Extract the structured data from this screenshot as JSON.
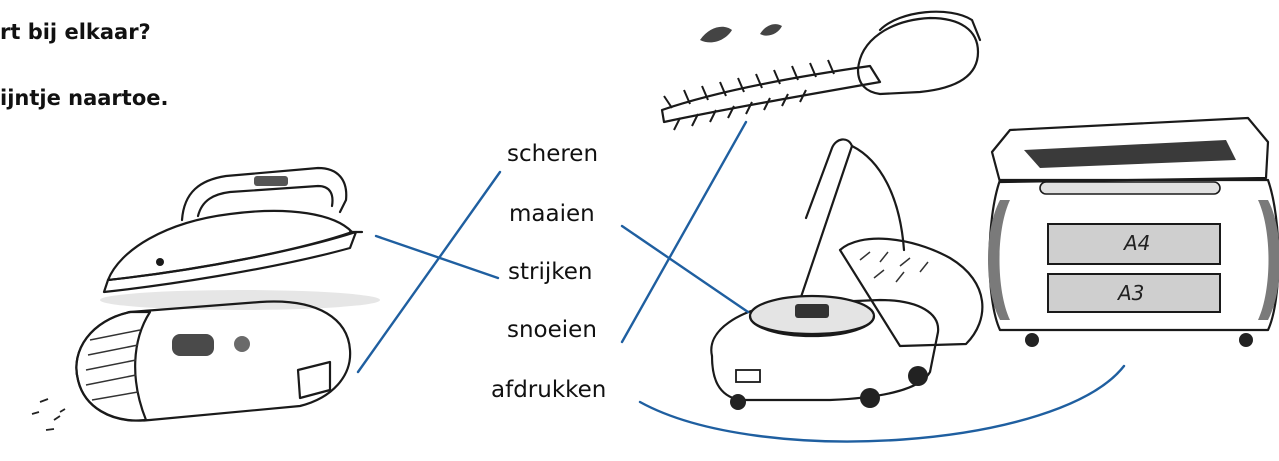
{
  "instructions": {
    "line1": "rt bij elkaar?",
    "line2": "ijntje naartoe."
  },
  "words": [
    "scheren",
    "maaien",
    "strijken",
    "snoeien",
    "afdrukken"
  ],
  "printer_labels": {
    "tray1": "A4",
    "tray2": "A3"
  },
  "pictures": [
    "iron",
    "shaver",
    "hedge-trimmer",
    "lawn-mower",
    "printer"
  ],
  "connections": [
    {
      "word": "strijken",
      "picture": "iron"
    },
    {
      "word": "scheren",
      "picture": "shaver"
    },
    {
      "word": "snoeien",
      "picture": "hedge-trimmer"
    },
    {
      "word": "maaien",
      "picture": "lawn-mower"
    },
    {
      "word": "afdrukken",
      "picture": "printer"
    }
  ],
  "colors": {
    "line": "#1f5fa0",
    "ink": "#1a1a1a"
  }
}
